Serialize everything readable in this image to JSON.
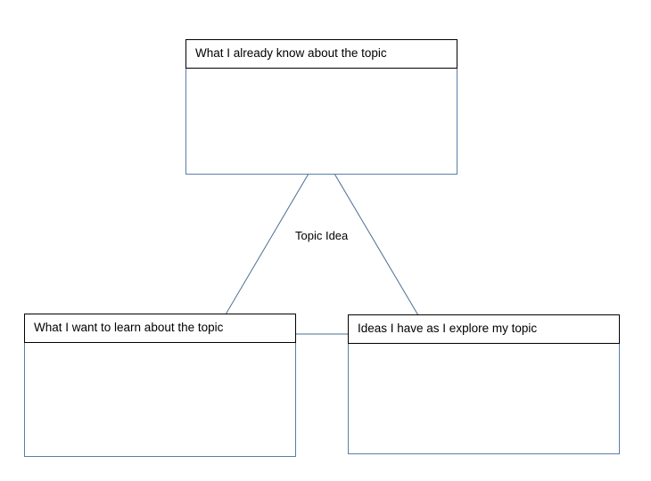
{
  "diagram": {
    "center_label": "Topic Idea",
    "boxes": [
      {
        "id": "know",
        "label": "What I already know about the topic"
      },
      {
        "id": "learn",
        "label": "What I want to learn about the topic"
      },
      {
        "id": "explore",
        "label": "Ideas I have as I explore my topic"
      }
    ]
  },
  "colors": {
    "box_border": "#5a7fa6",
    "header_border": "#000000",
    "connector": "#4a6d92"
  }
}
